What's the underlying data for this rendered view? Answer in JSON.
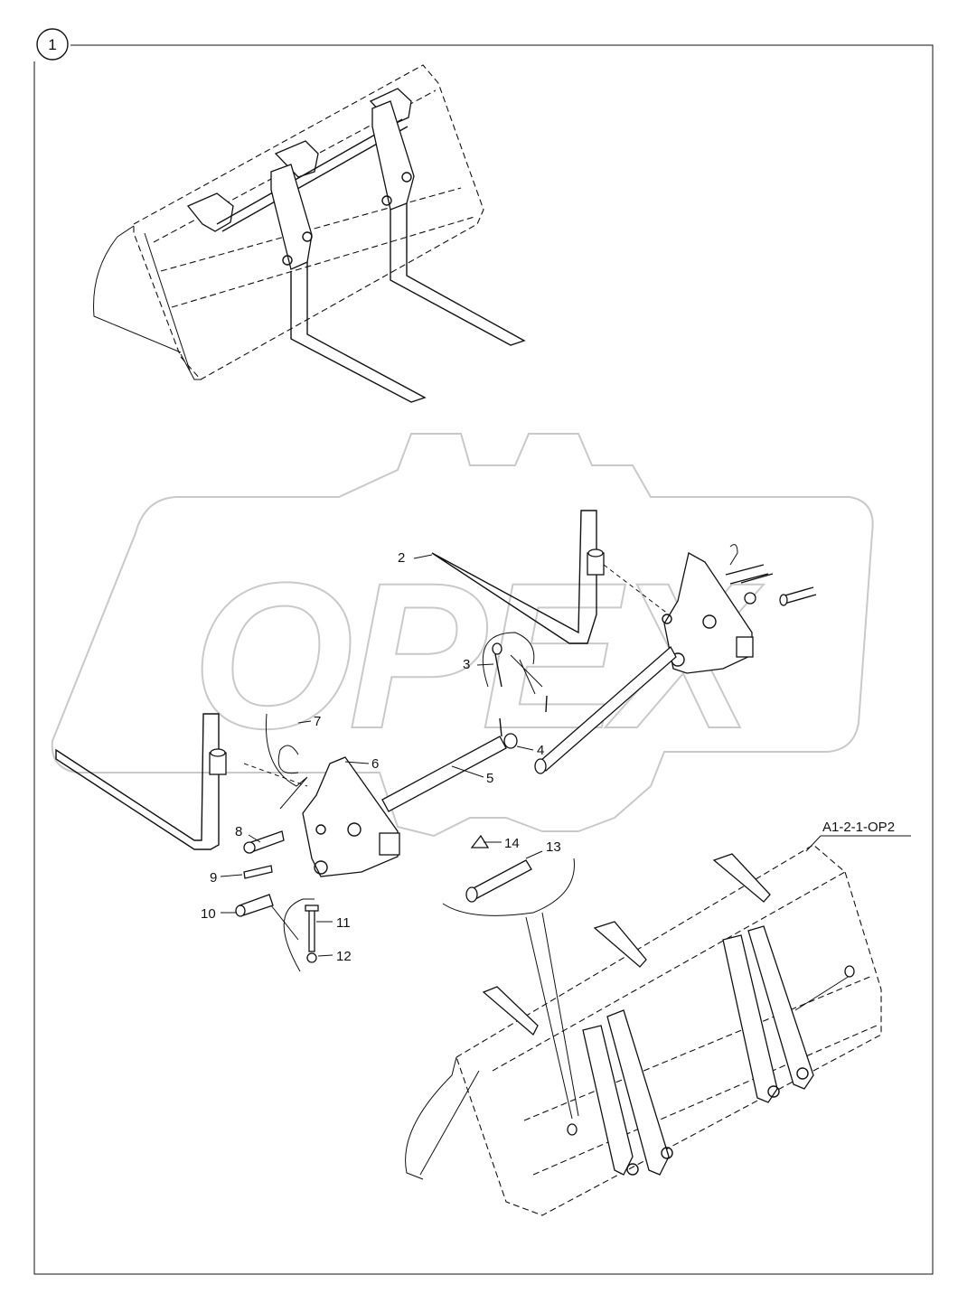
{
  "figure": {
    "view_number": "1",
    "brand_watermark": "OPEX",
    "reference_code": "A1-2-1-OP2"
  },
  "callouts": [
    {
      "id": "2",
      "label": "2"
    },
    {
      "id": "3",
      "label": "3"
    },
    {
      "id": "4",
      "label": "4"
    },
    {
      "id": "5",
      "label": "5"
    },
    {
      "id": "6",
      "label": "6"
    },
    {
      "id": "7",
      "label": "7"
    },
    {
      "id": "8",
      "label": "8"
    },
    {
      "id": "9",
      "label": "9"
    },
    {
      "id": "10",
      "label": "10"
    },
    {
      "id": "11",
      "label": "11"
    },
    {
      "id": "12",
      "label": "12"
    },
    {
      "id": "13",
      "label": "13"
    },
    {
      "id": "14",
      "label": "14"
    }
  ],
  "icons": {
    "watermark": "opex-gear-logo",
    "view_badge": "circled-number"
  }
}
